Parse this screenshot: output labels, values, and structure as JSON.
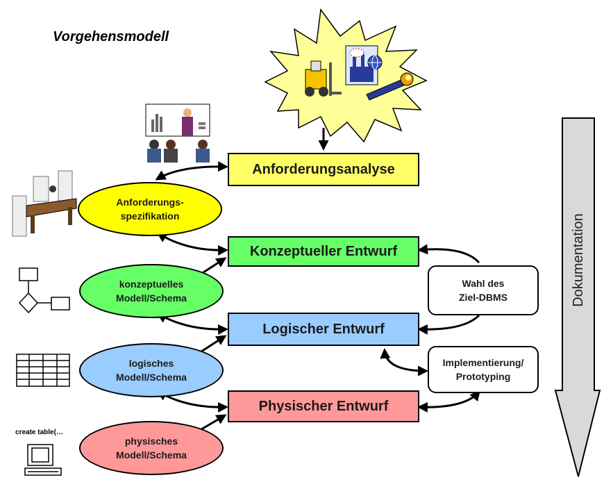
{
  "title": "Vorgehensmodell",
  "phases": {
    "anforderungsanalyse": "Anforderungsanalyse",
    "konzeptuell": "Konzeptueller Entwurf",
    "logisch": "Logischer Entwurf",
    "physisch": "Physischer Entwurf"
  },
  "results": {
    "spezifikation_1": "Anforderungs-",
    "spezifikation_2": "spezifikation",
    "konzeptuell_1": "konzeptuelles",
    "konzeptuell_2": "Modell/Schema",
    "logisch_1": "logisches",
    "logisch_2": "Modell/Schema",
    "physisch_1": "physisches",
    "physisch_2": "Modell/Schema"
  },
  "side_boxes": {
    "dbms_1": "Wahl des",
    "dbms_2": "Ziel-DBMS",
    "impl_1": "Implementierung/",
    "impl_2": "Prototyping"
  },
  "code_snippet": "create table(…",
  "documentation_label": "Dokumentation",
  "colors": {
    "anforderungsanalyse": "#ffff66",
    "konzeptuell": "#66ff66",
    "logisch": "#99ccff",
    "physisch": "#ff9999",
    "spezifikation": "#ffff00",
    "konzeptuell_ell": "#66ff66",
    "logisch_ell": "#99ccff",
    "physisch_ell": "#ff9999",
    "burst": "#ffff99",
    "doc_arrow": "#d9d9d9"
  },
  "icons": [
    "explosion-burst-icon",
    "forklift-icon",
    "factory-icon",
    "globe-icon",
    "wrench-icon",
    "presentation-icon",
    "paper-stack-desk-icon",
    "flowchart-icon",
    "table-grid-icon",
    "computer-icon"
  ]
}
